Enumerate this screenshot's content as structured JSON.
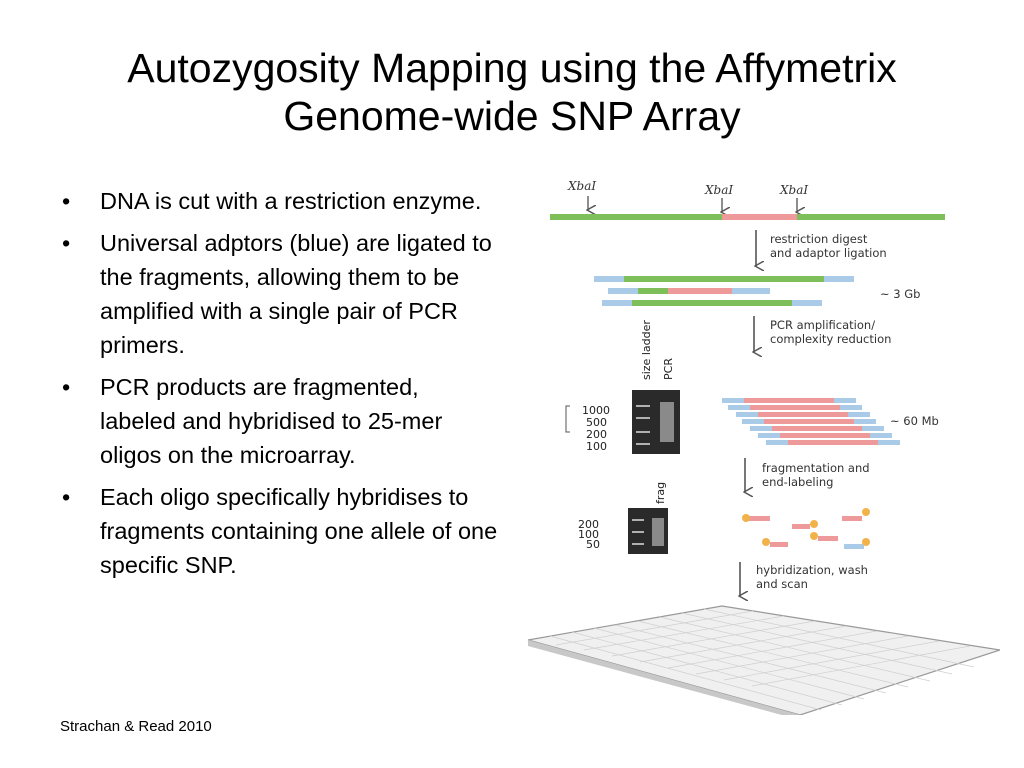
{
  "slide": {
    "title_line1": "Autozygosity Mapping using the Affymetrix",
    "title_line2": "Genome-wide SNP Array",
    "bullets": [
      "DNA is cut with a restriction enzyme.",
      "Universal adptors (blue) are ligated to the fragments, allowing them to be amplified with a single pair of PCR primers.",
      "PCR products are fragmented, labeled and hybridised to 25-mer oligos on the microarray.",
      "Each oligo specifically hybridises to fragments containing one allele of one specific SNP."
    ],
    "citation": "Strachan & Read 2010"
  },
  "figure": {
    "enzyme_label": "XbaI",
    "steps": [
      {
        "line1": "restriction digest",
        "line2": "and adaptor ligation"
      },
      {
        "line1": "PCR amplification/",
        "line2": "complexity reduction"
      },
      {
        "line1": "fragmentation and",
        "line2": "end-labeling"
      },
      {
        "line1": "hybridization, wash",
        "line2": "and scan"
      }
    ],
    "size_label_1": "~ 3 Gb",
    "size_label_2": "~ 60 Mb",
    "gel1": {
      "lane_labels": [
        "size ladder",
        "PCR"
      ],
      "markers": [
        "1000",
        "500",
        "200",
        "100"
      ]
    },
    "gel2": {
      "lane_labels": [
        "frag"
      ],
      "markers": [
        "200",
        "100",
        "50"
      ]
    },
    "colors": {
      "dna_green": "#7fbf5a",
      "adaptor_blue": "#a9cbe8",
      "snp_red": "#ee9a9a",
      "label_orange": "#f2b24a"
    }
  }
}
